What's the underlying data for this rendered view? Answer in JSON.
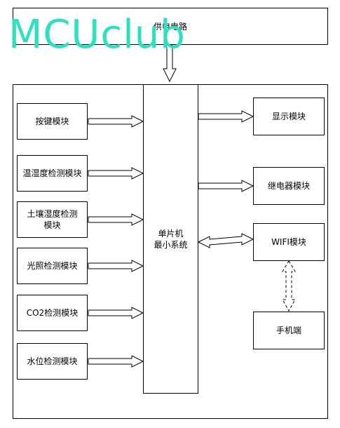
{
  "power_supply": {
    "label": "供电电路"
  },
  "mcu": {
    "label": "单片机\n最小系统"
  },
  "inputs": [
    {
      "label": "按键模块"
    },
    {
      "label": "温湿度检测模块"
    },
    {
      "label": "土壤湿度检测模块"
    },
    {
      "label": "光照检测模块"
    },
    {
      "label": "CO2检测模块"
    },
    {
      "label": "水位检测模块"
    }
  ],
  "outputs": [
    {
      "label": "显示模块"
    },
    {
      "label": "继电器模块"
    },
    {
      "label": "WIFI模块"
    },
    {
      "label": "手机端"
    }
  ],
  "watermark": {
    "text": "MCUclub",
    "color": "#2fe0c0"
  }
}
